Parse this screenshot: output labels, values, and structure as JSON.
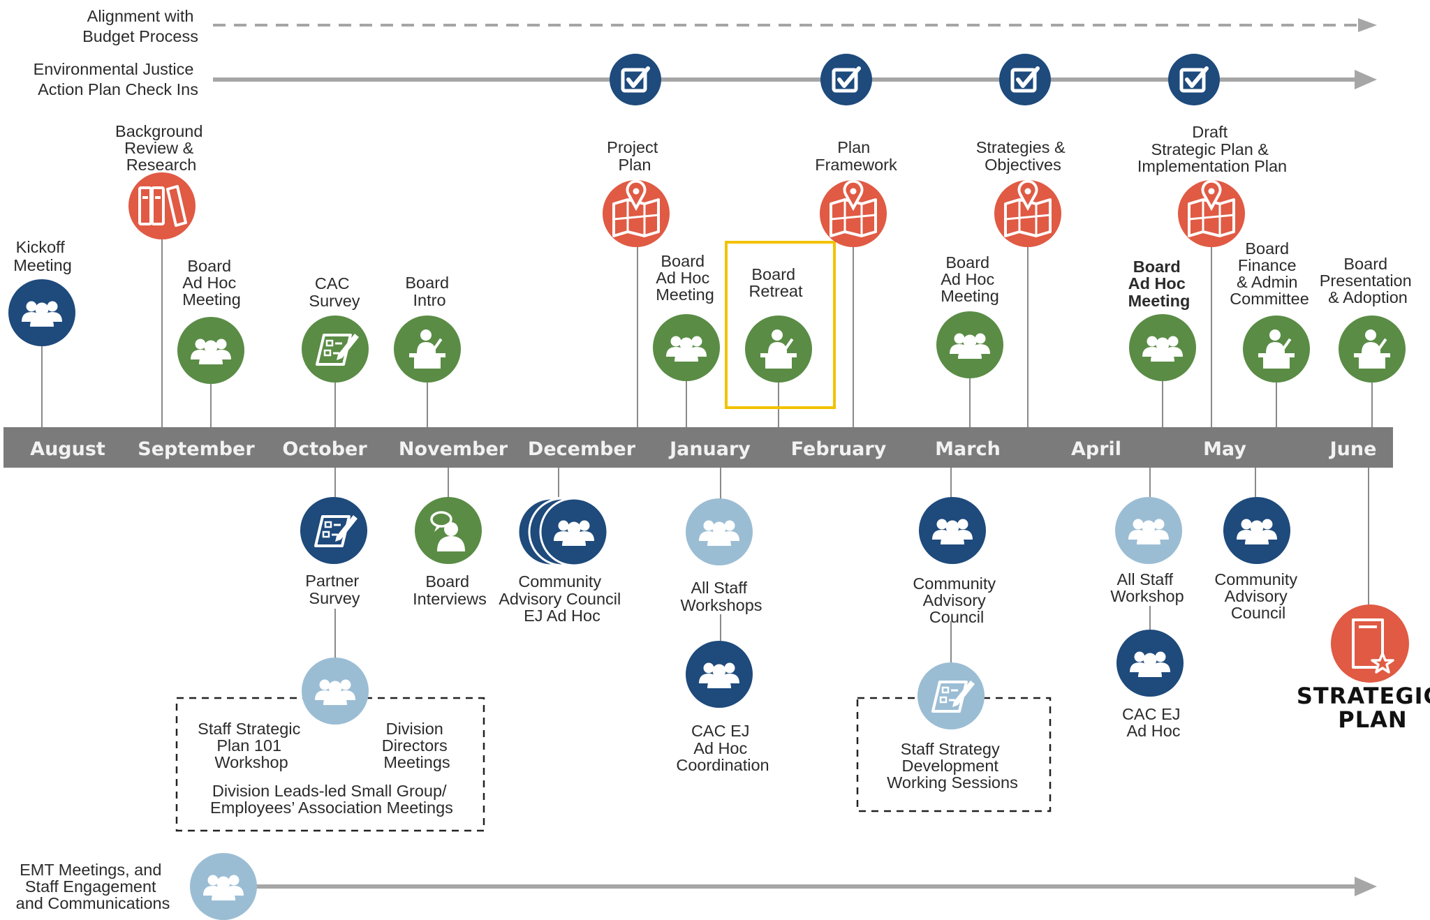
{
  "tracks": {
    "budget": [
      "Alignment with",
      "Budget Process"
    ],
    "ej": [
      "Environmental Justice",
      "Action Plan Check Ins"
    ],
    "emt": [
      "EMT Meetings, and",
      "Staff Engagement",
      "and Communications"
    ]
  },
  "months": [
    "August",
    "September",
    "October",
    "November",
    "December",
    "January",
    "February",
    "March",
    "April",
    "May",
    "June"
  ],
  "colors": {
    "navy": "#1e4a7c",
    "green": "#5a8c45",
    "coral": "#e05a44",
    "light_blue": "#9bbdd4",
    "band": "#7b7b7b",
    "highlight": "#f2c200"
  },
  "top_events": {
    "kickoff": [
      "Kickoff",
      "Meeting"
    ],
    "background": [
      "Background",
      "Review &",
      "Research"
    ],
    "board_ad_hoc_sep": [
      "Board",
      "Ad Hoc",
      "Meeting"
    ],
    "cac_survey": [
      "CAC",
      "Survey"
    ],
    "board_intro": [
      "Board",
      "Intro"
    ],
    "project_plan": [
      "Project",
      "Plan"
    ],
    "board_ad_hoc_jan": [
      "Board",
      "Ad Hoc",
      "Meeting"
    ],
    "board_retreat": [
      "Board",
      "Retreat"
    ],
    "plan_framework": [
      "Plan",
      "Framework"
    ],
    "board_ad_hoc_mar": [
      "Board",
      "Ad Hoc",
      "Meeting"
    ],
    "strategies": [
      "Strategies &",
      "Objectives"
    ],
    "draft_plan": [
      "Draft",
      "Strategic Plan &",
      "Implementation Plan"
    ],
    "board_ad_hoc_apr": [
      "Board",
      "Ad Hoc",
      "Meeting"
    ],
    "board_finance": [
      "Board",
      "Finance",
      "& Admin",
      "Committee"
    ],
    "board_presentation": [
      "Board",
      "Presentation",
      "& Adoption"
    ]
  },
  "bottom_events": {
    "partner_survey": [
      "Partner",
      "Survey"
    ],
    "board_interviews": [
      "Board",
      "Interviews"
    ],
    "cac_ej_dec": [
      "Community",
      "Advisory Council",
      "EJ Ad Hoc"
    ],
    "all_staff_jan": [
      "All Staff",
      "Workshops"
    ],
    "cac_ej_coord": [
      "CAC EJ",
      "Ad Hoc",
      "Coordination"
    ],
    "cac_mar": [
      "Community",
      "Advisory",
      "Council"
    ],
    "staff_strategy": [
      "Staff Strategy",
      "Development",
      "Working Sessions"
    ],
    "all_staff_apr": [
      "All Staff",
      "Workshop"
    ],
    "cac_ej_apr": [
      "CAC EJ",
      "Ad Hoc"
    ],
    "cac_may": [
      "Community",
      "Advisory",
      "Council"
    ],
    "staff_101": [
      "Staff Strategic",
      "Plan 101",
      "Workshop"
    ],
    "division_directors": [
      "Division",
      "Directors",
      "Meetings"
    ],
    "division_leads": [
      "Division Leads-led Small Group/",
      "Employees’ Association Meetings"
    ],
    "strategic_plan": [
      "STRATEGIC",
      "PLAN"
    ]
  }
}
